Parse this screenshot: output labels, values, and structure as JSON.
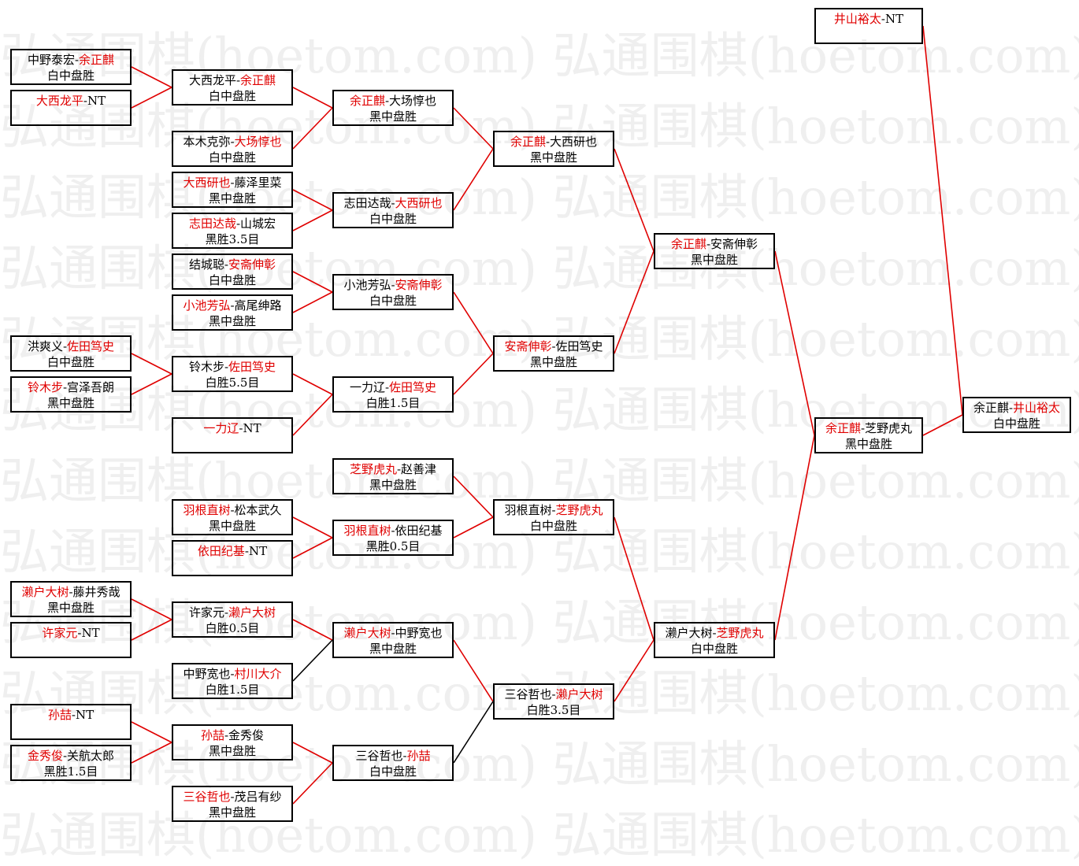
{
  "watermark": "弘通围棋(hoetom.com) 弘通围棋(hoetom.com) 弘通围棋(hoetom.com)",
  "colors": {
    "winner": "#e00000",
    "win_line": "#e00000",
    "loss_line": "#000000",
    "border": "#000000"
  },
  "matches": [
    {
      "id": "r1-1",
      "names": [
        "中野泰宏",
        "余正麒"
      ],
      "winner": 1,
      "result": "白中盘胜"
    },
    {
      "id": "r1-2",
      "names": [
        "大西龙平",
        "NT"
      ],
      "winner": 0,
      "result": ""
    },
    {
      "id": "r1-3",
      "names": [
        "洪爽义",
        "佐田笃史"
      ],
      "winner": 1,
      "result": "白中盘胜"
    },
    {
      "id": "r1-4",
      "names": [
        "铃木步",
        "宫泽吾朗"
      ],
      "winner": 0,
      "result": "黑中盘胜"
    },
    {
      "id": "r1-5",
      "names": [
        "濑户大树",
        "藤井秀哉"
      ],
      "winner": 0,
      "result": "黑中盘胜"
    },
    {
      "id": "r1-6",
      "names": [
        "许家元",
        "NT"
      ],
      "winner": 0,
      "result": ""
    },
    {
      "id": "r1-7",
      "names": [
        "孙喆",
        "NT"
      ],
      "winner": 0,
      "result": ""
    },
    {
      "id": "r1-8",
      "names": [
        "金秀俊",
        "关航太郎"
      ],
      "winner": 0,
      "result": "黑胜1.5目"
    },
    {
      "id": "r2-1",
      "names": [
        "大西龙平",
        "余正麒"
      ],
      "winner": 1,
      "result": "白中盘胜"
    },
    {
      "id": "r2-2",
      "names": [
        "本木克弥",
        "大场惇也"
      ],
      "winner": 1,
      "result": "白中盘胜"
    },
    {
      "id": "r2-3",
      "names": [
        "大西研也",
        "藤泽里菜"
      ],
      "winner": 0,
      "result": "黑中盘胜"
    },
    {
      "id": "r2-4",
      "names": [
        "志田达哉",
        "山城宏"
      ],
      "winner": 0,
      "result": "黑胜3.5目"
    },
    {
      "id": "r2-5",
      "names": [
        "结城聪",
        "安斋伸彰"
      ],
      "winner": 1,
      "result": "白中盘胜"
    },
    {
      "id": "r2-6",
      "names": [
        "小池芳弘",
        "高尾绅路"
      ],
      "winner": 0,
      "result": "黑中盘胜"
    },
    {
      "id": "r2-7",
      "names": [
        "铃木步",
        "佐田笃史"
      ],
      "winner": 1,
      "result": "白胜5.5目"
    },
    {
      "id": "r2-8",
      "names": [
        "一力辽",
        "NT"
      ],
      "winner": 0,
      "result": ""
    },
    {
      "id": "r2-9",
      "names": [
        "羽根直树",
        "松本武久"
      ],
      "winner": 0,
      "result": "黑中盘胜"
    },
    {
      "id": "r2-10",
      "names": [
        "依田纪基",
        "NT"
      ],
      "winner": 0,
      "result": ""
    },
    {
      "id": "r2-11",
      "names": [
        "许家元",
        "濑户大树"
      ],
      "winner": 1,
      "result": "白胜0.5目"
    },
    {
      "id": "r2-12",
      "names": [
        "中野宽也",
        "村川大介"
      ],
      "winner": 1,
      "result": "白胜1.5目"
    },
    {
      "id": "r2-13",
      "names": [
        "孙喆",
        "金秀俊"
      ],
      "winner": 0,
      "result": "黑中盘胜"
    },
    {
      "id": "r2-14",
      "names": [
        "三谷哲也",
        "茂吕有纱"
      ],
      "winner": 0,
      "result": "黑中盘胜"
    },
    {
      "id": "r3-1",
      "names": [
        "余正麒",
        "大场惇也"
      ],
      "winner": 0,
      "result": "黑中盘胜"
    },
    {
      "id": "r3-2",
      "names": [
        "志田达哉",
        "大西研也"
      ],
      "winner": 1,
      "result": "白中盘胜"
    },
    {
      "id": "r3-3",
      "names": [
        "小池芳弘",
        "安斋伸彰"
      ],
      "winner": 1,
      "result": "白中盘胜"
    },
    {
      "id": "r3-4",
      "names": [
        "一力辽",
        "佐田笃史"
      ],
      "winner": 1,
      "result": "白胜1.5目"
    },
    {
      "id": "r3-5",
      "names": [
        "芝野虎丸",
        "赵善津"
      ],
      "winner": 0,
      "result": "黑中盘胜"
    },
    {
      "id": "r3-6",
      "names": [
        "羽根直树",
        "依田纪基"
      ],
      "winner": 0,
      "result": "黑胜0.5目"
    },
    {
      "id": "r3-7",
      "names": [
        "濑户大树",
        "中野宽也"
      ],
      "winner": 0,
      "result": "黑中盘胜"
    },
    {
      "id": "r3-8",
      "names": [
        "三谷哲也",
        "孙喆"
      ],
      "winner": 1,
      "result": "白中盘胜"
    },
    {
      "id": "r4-1",
      "names": [
        "余正麒",
        "大西研也"
      ],
      "winner": 0,
      "result": "黑中盘胜"
    },
    {
      "id": "r4-2",
      "names": [
        "安斋伸彰",
        "佐田笃史"
      ],
      "winner": 0,
      "result": "黑中盘胜"
    },
    {
      "id": "r4-3",
      "names": [
        "羽根直树",
        "芝野虎丸"
      ],
      "winner": 1,
      "result": "白中盘胜"
    },
    {
      "id": "r4-4",
      "names": [
        "三谷哲也",
        "濑户大树"
      ],
      "winner": 1,
      "result": "白胜3.5目"
    },
    {
      "id": "r5-1",
      "names": [
        "余正麒",
        "安斋伸彰"
      ],
      "winner": 0,
      "result": "黑中盘胜"
    },
    {
      "id": "r5-2",
      "names": [
        "濑户大树",
        "芝野虎丸"
      ],
      "winner": 1,
      "result": "白中盘胜"
    },
    {
      "id": "r6-1",
      "names": [
        "余正麒",
        "芝野虎丸"
      ],
      "winner": 0,
      "result": "黑中盘胜"
    },
    {
      "id": "seed",
      "names": [
        "井山裕太",
        "NT"
      ],
      "winner": 0,
      "result": ""
    },
    {
      "id": "final",
      "names": [
        "余正麒",
        "井山裕太"
      ],
      "winner": 1,
      "result": "白中盘胜"
    }
  ]
}
